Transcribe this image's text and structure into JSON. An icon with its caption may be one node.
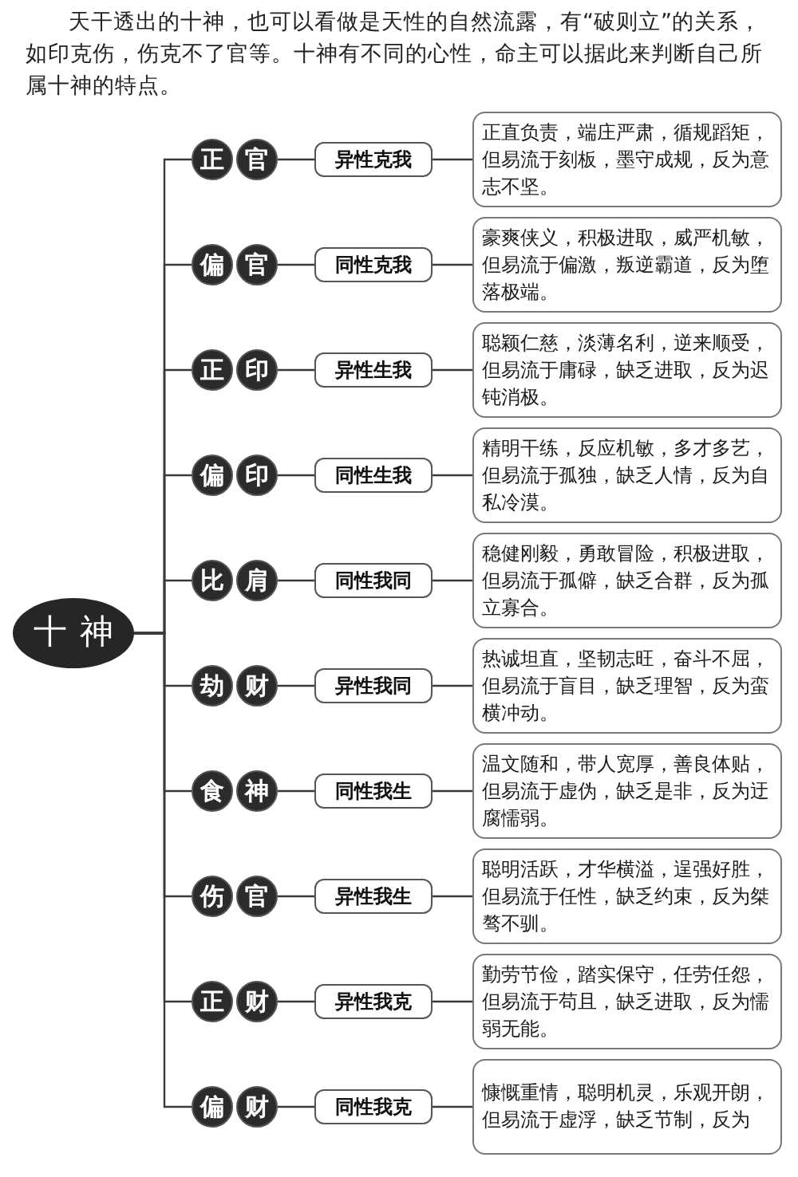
{
  "diagram": {
    "nodes": [
      {
        "text": [
          "十神"
        ]
      },
      {
        "text": [
          "正"
        ]
      },
      {
        "text": [
          "官"
        ]
      },
      {
        "text": [
          "异性克我"
        ]
      },
      {
        "text": [
          "正直负责，端庄严肃，循规蹈矩，但易流于刻板，墨守成规，反为意志不坚。"
        ]
      },
      {
        "text": [
          "偏"
        ]
      },
      {
        "text": [
          "官"
        ]
      },
      {
        "text": [
          "同性克我"
        ]
      },
      {
        "text": [
          "豪爽侠义，积极进取，威严机敏，但易流于偏激，叛逆霸道，反为堕落极端。"
        ]
      },
      {
        "text": [
          "正"
        ]
      },
      {
        "text": [
          "印"
        ]
      },
      {
        "text": [
          "异性生我"
        ]
      },
      {
        "text": [
          "聪颖仁慈，淡薄名利，逆来顺受，但易流于庸碌，缺乏进取，反为迟钝消极。"
        ]
      },
      {
        "text": [
          "偏"
        ]
      },
      {
        "text": [
          "印"
        ]
      },
      {
        "text": [
          "同性生我"
        ]
      },
      {
        "text": [
          "精明干练，反应机敏，多才多艺，但易流于孤独，缺乏人情，反为自私冷漠。"
        ]
      },
      {
        "text": [
          "比"
        ]
      },
      {
        "text": [
          "肩"
        ]
      },
      {
        "text": [
          "同性我同"
        ]
      },
      {
        "text": [
          "稳健刚毅，勇敢冒险，积极进取，但易流于孤僻，缺乏合群，反为孤立寡合。"
        ]
      },
      {
        "text": [
          "劫"
        ]
      },
      {
        "text": [
          "财"
        ]
      },
      {
        "text": [
          "异性我同"
        ]
      },
      {
        "text": [
          "热诚坦直，坚韧志旺，奋斗不屈，但易流于盲目，缺乏理智，反为蛮横冲动。"
        ]
      },
      {
        "text": [
          "食"
        ]
      },
      {
        "text": [
          "神"
        ]
      },
      {
        "text": [
          "同性我生"
        ]
      },
      {
        "text": [
          "温文随和，带人宽厚，善良体贴，但易流于虚伪，缺乏是非，反为迂腐懦弱。"
        ]
      },
      {
        "text": [
          "伤"
        ]
      },
      {
        "text": [
          "官"
        ]
      },
      {
        "text": [
          "异性我生"
        ]
      },
      {
        "text": [
          "聪明活跃，才华横溢，逞强好胜，但易流于任性，缺乏约束，反为桀骜不驯。"
        ]
      },
      {
        "text": [
          "正"
        ]
      },
      {
        "text": [
          "财"
        ]
      },
      {
        "text": [
          "异性我克"
        ]
      },
      {
        "text": [
          "勤劳节俭，踏实保守，任劳任怨，但易流于苟且，缺乏进取，反为懦弱无能。"
        ]
      },
      {
        "text": [
          "偏"
        ]
      },
      {
        "text": [
          "财"
        ]
      },
      {
        "text": [
          "同性我克"
        ]
      },
      {
        "text": [
          "慷慨重情，聪明机灵，乐观开朗，但易流于虚浮，缺乏节制，反为"
        ]
      }
    ],
    "edges": [
      {
        "from": 0,
        "to": 1,
        "arrow": "none"
      },
      {
        "from": 0,
        "to": 5,
        "arrow": "none"
      },
      {
        "from": 0,
        "to": 9,
        "arrow": "none"
      },
      {
        "from": 0,
        "to": 13,
        "arrow": "none"
      },
      {
        "from": 0,
        "to": 17,
        "arrow": "none"
      },
      {
        "from": 0,
        "to": 21,
        "arrow": "none"
      },
      {
        "from": 0,
        "to": 25,
        "arrow": "none"
      },
      {
        "from": 0,
        "to": 29,
        "arrow": "none"
      },
      {
        "from": 0,
        "to": 33,
        "arrow": "none"
      },
      {
        "from": 0,
        "to": 37,
        "arrow": "none"
      },
      {
        "from": 2,
        "to": 3,
        "arrow": "none"
      },
      {
        "from": 3,
        "to": 4,
        "arrow": "none"
      },
      {
        "from": 6,
        "to": 7,
        "arrow": "none"
      },
      {
        "from": 7,
        "to": 8,
        "arrow": "none"
      },
      {
        "from": 10,
        "to": 11,
        "arrow": "none"
      },
      {
        "from": 11,
        "to": 12,
        "arrow": "none"
      },
      {
        "from": 14,
        "to": 15,
        "arrow": "none"
      },
      {
        "from": 15,
        "to": 16,
        "arrow": "none"
      },
      {
        "from": 18,
        "to": 19,
        "arrow": "none"
      },
      {
        "from": 19,
        "to": 20,
        "arrow": "none"
      },
      {
        "from": 22,
        "to": 23,
        "arrow": "none"
      },
      {
        "from": 23,
        "to": 24,
        "arrow": "none"
      },
      {
        "from": 26,
        "to": 27,
        "arrow": "none"
      },
      {
        "from": 27,
        "to": 28,
        "arrow": "none"
      },
      {
        "from": 30,
        "to": 31,
        "arrow": "none"
      },
      {
        "from": 31,
        "to": 32,
        "arrow": "none"
      },
      {
        "from": 34,
        "to": 35,
        "arrow": "none"
      },
      {
        "from": 35,
        "to": 36,
        "arrow": "none"
      },
      {
        "from": 38,
        "to": 39,
        "arrow": "none"
      },
      {
        "from": 39,
        "to": 40,
        "arrow": "none"
      }
    ],
    "labels": [
      "天干透出的十神，也可以看做是天性的自然流露，有“破则立”的关系，如印克伤，伤克不了官等。十神有不同的心性，命主可以据此来判断自己所属十神的特点。"
    ]
  }
}
